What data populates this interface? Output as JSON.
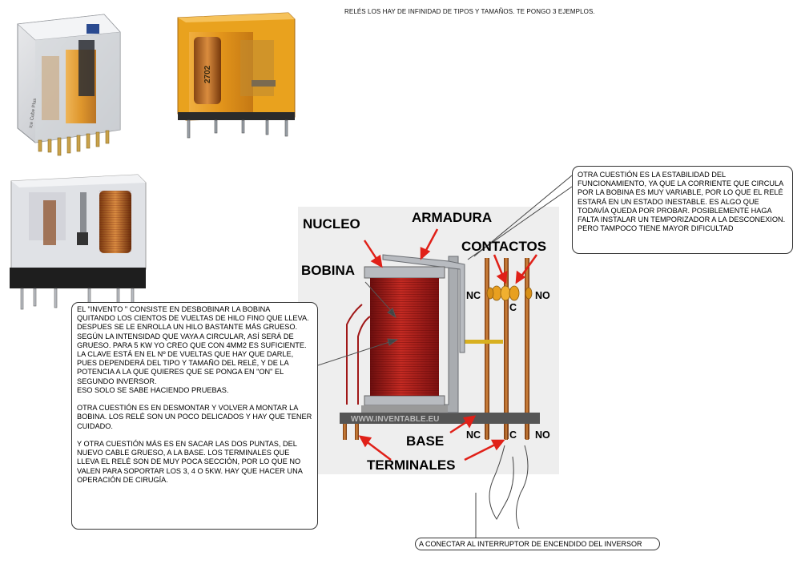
{
  "title": "RELÉS LOS HAY DE INFINIDAD DE TIPOS Y TAMAÑOS. TE PONGO 3 EJEMPLOS.",
  "photos": {
    "relay1_brand": "Ice Cube Plus",
    "relay2_marking": "2702"
  },
  "diagram": {
    "labels": {
      "nucleo": "NUCLEO",
      "armadura": "ARMADURA",
      "contactos": "CONTACTOS",
      "bobina": "BOBINA",
      "base": "BASE",
      "terminales": "TERMINALES",
      "nc_top": "NC",
      "c_top": "C",
      "no_top": "NO",
      "nc_bottom": "NC",
      "c_bottom": "C",
      "no_bottom": "NO"
    },
    "watermark": "WWW.INVENTABLE.EU"
  },
  "notes": {
    "left": "EL \"INVENTO \" CONSISTE EN DESBOBINAR LA BOBINA\nQUITANDO LOS CIENTOS DE VUELTAS DE  HILO FINO QUE LLEVA.\nDESPUES SE LE ENROLLA UN HILO BASTANTE MÁS GRUESO. SEGÚN LA INTENSIDAD QUE VAYA A CIRCULAR, ASÍ SERÁ DE GRUESO. PARA 5 KW YO CREO QUE CON 4MM2 ES SUFICIENTE.\nLA CLAVE ESTÁ EN EL Nº DE VUELTAS QUE HAY QUE DARLE, PUES DEPENDERÁ DEL TIPO Y TAMAÑO DEL RELÉ, Y DE LA POTENCIA A LA QUE QUIERES QUE SE PONGA EN \"ON\" EL SEGUNDO INVERSOR.\nESO SOLO SE SABE HACIENDO PRUEBAS.\n\nOTRA CUESTIÓN ES EN DESMONTAR Y VOLVER A MONTAR LA BOBINA. LOS RELÉ SON UN POCO DELICADOS Y HAY QUE TENER CUIDADO.\n\nY OTRA CUESTIÓN MÁS ES EN SACAR LAS DOS PUNTAS, DEL NUEVO CABLE GRUESO, A LA BASE. LOS TERMINALES QUE LLEVA EL RELÉ SON DE MUY POCA SECCIÓN, POR LO QUE NO VALEN PARA SOPORTAR LOS 3, 4 o 5KW. HAY QUE HACER UNA OPERACIÓN DE CIRUGÍA.",
    "right": "OTRA CUESTIÓN ES LA ESTABILIDAD DEL FUNCIONAMIENTO, YA QUE LA CORRIENTE QUE CIRCULA POR LA BOBINA ES MUY VARIABLE, POR LO QUE EL RELÉ ESTARÁ EN UN ESTADO INESTABLE. ES ALGO QUE TODAVÍA QUEDA POR PROBAR. POSIBLEMENTE HAGA FALTA INSTALAR UN TEMPORIZADOR A LA DESCONEXION. PERO TAMPOCO TIENE MAYOR DIFICULTAD",
    "bottom": "A CONECTAR AL INTERRUPTOR DE ENCENDIDO DEL INVERSOR"
  },
  "colors": {
    "arrow": "#e02018",
    "coil": "#a01818",
    "relay_orange": "#e8a020",
    "base": "#555555"
  }
}
